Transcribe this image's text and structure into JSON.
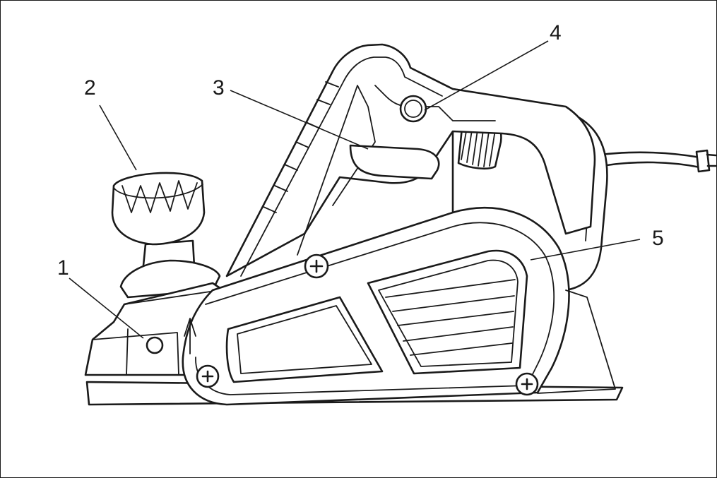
{
  "callouts": [
    {
      "id": "1",
      "text": "1"
    },
    {
      "id": "2",
      "text": "2"
    },
    {
      "id": "3",
      "text": "3"
    },
    {
      "id": "4",
      "text": "4"
    },
    {
      "id": "5",
      "text": "5"
    }
  ],
  "colors": {
    "line": "#1a1a1a",
    "background": "#ffffff"
  }
}
